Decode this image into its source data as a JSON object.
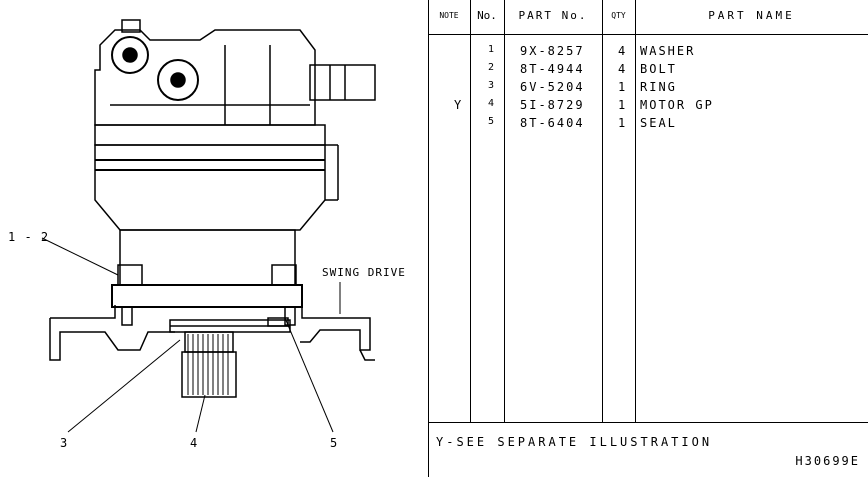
{
  "illustration": {
    "callouts": {
      "c12": "1 - 2",
      "c3": "3",
      "c4": "4",
      "c5": "5",
      "swing_drive": "SWING DRIVE"
    }
  },
  "table": {
    "headers": {
      "note": "NOTE",
      "no": "No.",
      "part_no": "PART No.",
      "qty": "QTY",
      "part_name": "PART NAME"
    },
    "rows": [
      {
        "note": "",
        "no": "1",
        "part_no": "9X-8257",
        "qty": "4",
        "part_name": "WASHER"
      },
      {
        "note": "",
        "no": "2",
        "part_no": "8T-4944",
        "qty": "4",
        "part_name": "BOLT"
      },
      {
        "note": "",
        "no": "3",
        "part_no": "6V-5204",
        "qty": "1",
        "part_name": "RING"
      },
      {
        "note": "Y",
        "no": "4",
        "part_no": "5I-8729",
        "qty": "1",
        "part_name": "MOTOR GP"
      },
      {
        "note": "",
        "no": "5",
        "part_no": "8T-6404",
        "qty": "1",
        "part_name": "SEAL"
      }
    ],
    "footer_note": "Y-SEE SEPARATE ILLUSTRATION",
    "footer_code": "H30699E"
  }
}
